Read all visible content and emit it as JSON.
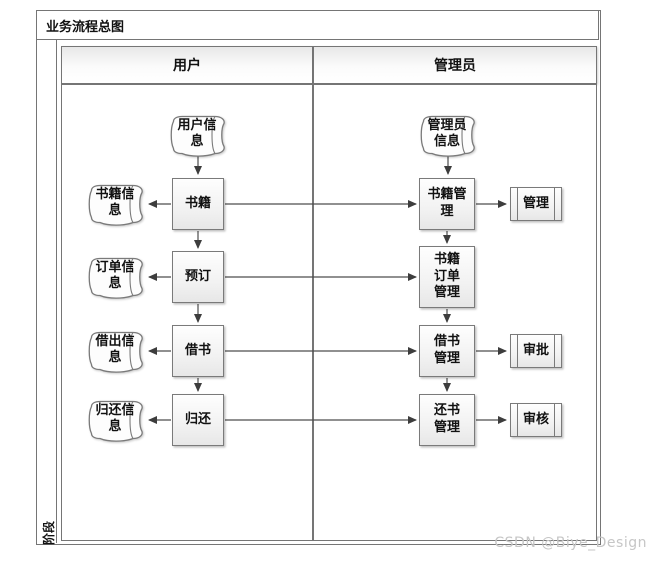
{
  "title": "业务流程总图",
  "phase": "阶段",
  "lanes": {
    "user": "用户",
    "admin": "管理员"
  },
  "nodes": {
    "user_info": "用户信\n息",
    "admin_info": "管理员\n信息",
    "book_info": "书籍信\n息",
    "order_info": "订单信\n息",
    "lend_info": "借出信\n息",
    "return_info": "归还信\n息",
    "book": "书籍",
    "reserve": "预订",
    "borrow": "借书",
    "giveback": "归还",
    "book_mgmt": "书籍管\n理",
    "book_order_mgmt": "书籍\n订单\n管理",
    "borrow_mgmt": "借书\n管理",
    "return_mgmt": "还书\n管理",
    "manage": "管理",
    "approve": "审批",
    "audit": "审核"
  },
  "watermark": "CSDN @Biye_Design",
  "colors": {
    "stroke": "#757575",
    "arrow": "#4d4d4d",
    "watermark": "#c6c6c6"
  }
}
